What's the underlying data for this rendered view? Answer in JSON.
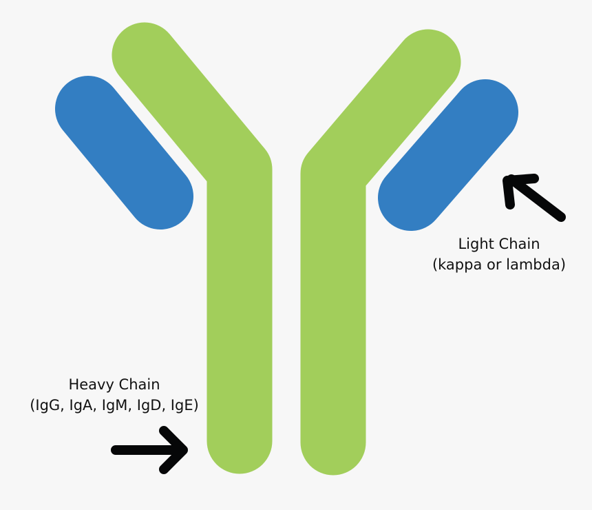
{
  "title": "Antibody structure diagram",
  "colors": {
    "background": "#f7f7f7",
    "heavy_chain": "#a2ce5b",
    "light_chain": "#337ec2",
    "arrow": "#060708",
    "text": "#111111"
  },
  "labels": {
    "light_chain": {
      "line1": "Light Chain",
      "line2": "(kappa or lambda)"
    },
    "heavy_chain": {
      "line1": "Heavy Chain",
      "line2": "(IgG, IgA, IgM, IgD, IgE)"
    }
  },
  "parts": [
    {
      "name": "heavy-chain-left",
      "type": "heavy_chain"
    },
    {
      "name": "heavy-chain-right",
      "type": "heavy_chain"
    },
    {
      "name": "light-chain-left",
      "type": "light_chain"
    },
    {
      "name": "light-chain-right",
      "type": "light_chain"
    }
  ],
  "arrows": [
    {
      "name": "light-chain-arrow",
      "points_to": "light-chain-right",
      "direction": "up-left"
    },
    {
      "name": "heavy-chain-arrow",
      "points_to": "heavy-chain-left",
      "direction": "right"
    }
  ]
}
